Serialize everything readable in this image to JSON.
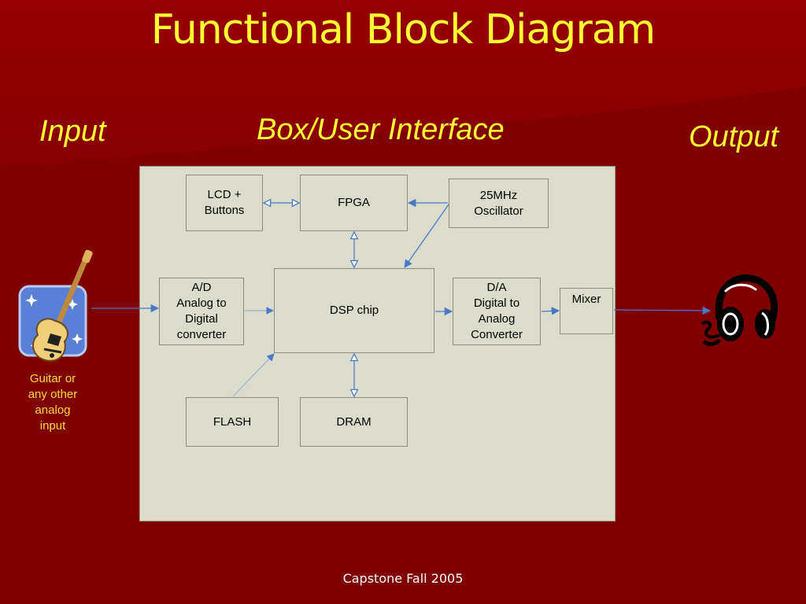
{
  "slide": {
    "title": "Functional Block Diagram",
    "headings": {
      "input": "Input",
      "box": "Box/User Interface",
      "output": "Output"
    },
    "input_caption": "Guitar or\nany other\nanalog\ninput",
    "footer": "Capstone Fall 2005"
  },
  "diagram": {
    "blocks": {
      "lcd": "LCD +\nButtons",
      "fpga": "FPGA",
      "oscillator": "25MHz\nOscillator",
      "ad": "A/D\nAnalog to\nDigital\nconverter",
      "dsp": "DSP  chip",
      "da": "D/A\nDigital to\nAnalog\nConverter",
      "mixer": "Mixer",
      "flash": "FLASH",
      "dram": "DRAM"
    }
  },
  "colors": {
    "background": "#7e0000",
    "title": "#ffff33",
    "caption": "#ffdd33",
    "panel": "#dcdccc",
    "arrow": "#4a78c8"
  },
  "icons": [
    "guitar-icon",
    "headphones-icon"
  ]
}
